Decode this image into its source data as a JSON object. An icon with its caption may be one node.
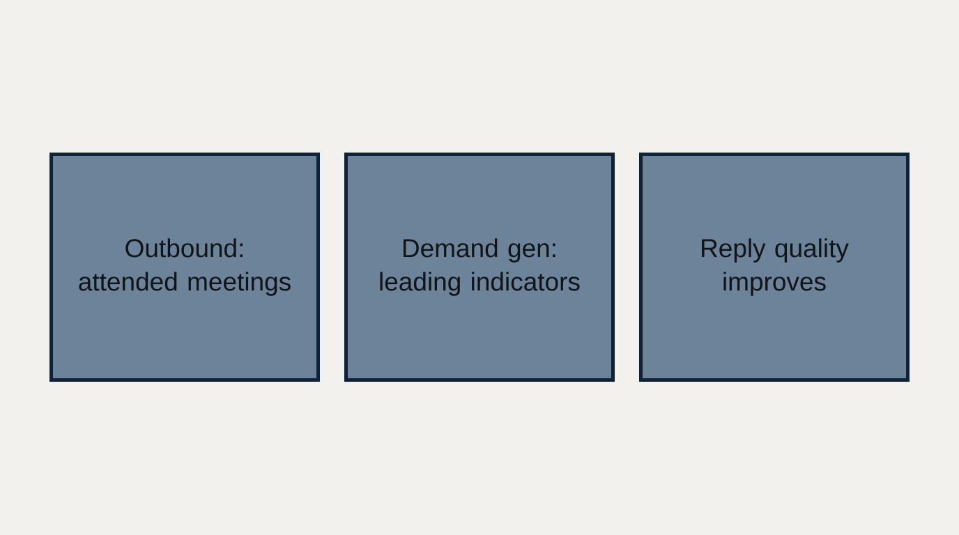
{
  "diagram": {
    "nodes": [
      {
        "text": [
          "Outbound: attended meetings"
        ]
      },
      {
        "text": [
          "Demand gen: leading indicators"
        ]
      },
      {
        "text": [
          "Reply quality improves"
        ]
      }
    ]
  }
}
